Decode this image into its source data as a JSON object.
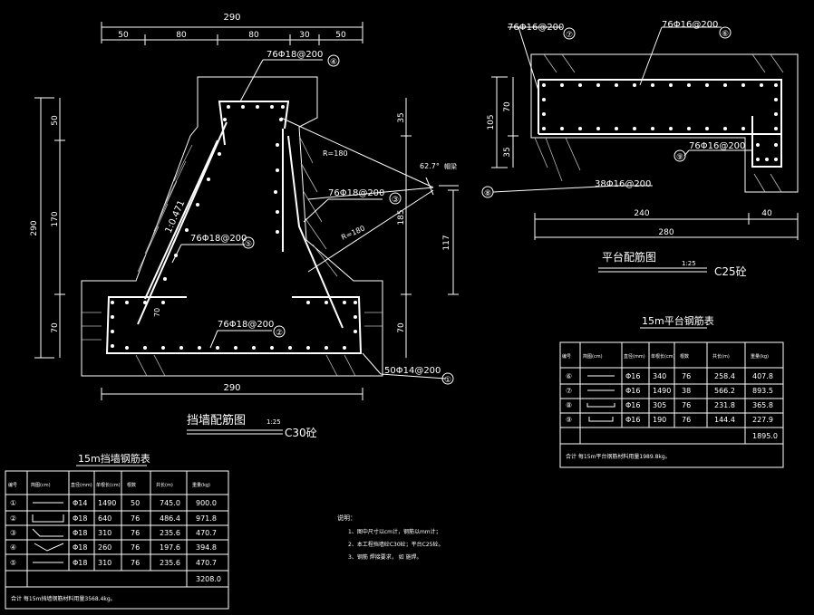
{
  "wall": {
    "top_total": "290",
    "top_segments": [
      "50",
      "80",
      "80",
      "30",
      "50"
    ],
    "left_total": "290",
    "left_segments": [
      "50",
      "170",
      "70"
    ],
    "right_dims": [
      "35",
      "185",
      "70"
    ],
    "right_117": "117",
    "bottom_total": "290",
    "slope": "1:0.471",
    "angle": "62.7°",
    "angle_note": "帽梁",
    "r180a": "R=180",
    "r180b": "R=180",
    "dim_70": "70",
    "callouts": [
      {
        "text": "76Φ18@200",
        "mark": "④"
      },
      {
        "text": "76Φ18@200",
        "mark": "③"
      },
      {
        "text": "76Φ18@200",
        "mark": "⑤"
      },
      {
        "text": "76Φ18@200",
        "mark": "②"
      },
      {
        "text": "50Φ14@200",
        "mark": "①"
      }
    ],
    "title": "挡墙配筋图",
    "scale": "1:25",
    "concrete": "C30砼"
  },
  "platform": {
    "callouts": [
      {
        "text": "76Φ16@200",
        "mark": "⑦"
      },
      {
        "text": "76Φ16@200",
        "mark": "⑥"
      },
      {
        "text": "76Φ16@200",
        "mark": "⑨"
      },
      {
        "text": "38Φ16@200",
        "mark": "⑧"
      }
    ],
    "left_total": "105",
    "left_segments": [
      "70",
      "35"
    ],
    "bottom_segments": [
      "240",
      "40"
    ],
    "bottom_total": "280",
    "title": "平台配筋图",
    "scale": "1:25",
    "concrete": "C25砼"
  },
  "table_wall": {
    "title": "15m挡墙钢筋表",
    "headers": [
      "编号",
      "简图(cm)",
      "直径(mm)",
      "单根长(cm)",
      "根数",
      "共长(m)",
      "重量(kg)"
    ],
    "rows": [
      [
        "①",
        "",
        "Φ14",
        "1490",
        "50",
        "745.0",
        "900.0"
      ],
      [
        "②",
        "",
        "Φ18",
        "640",
        "76",
        "486.4",
        "971.8"
      ],
      [
        "③",
        "",
        "Φ18",
        "310",
        "76",
        "235.6",
        "470.7"
      ],
      [
        "④",
        "",
        "Φ18",
        "260",
        "76",
        "197.6",
        "394.8"
      ],
      [
        "⑤",
        "",
        "Φ18",
        "310",
        "76",
        "235.6",
        "470.7"
      ]
    ],
    "sum": "3208.0",
    "footer": "合计   每15m挡墙钢筋材料用量3568.4kg。"
  },
  "table_platform": {
    "title": "15m平台钢筋表",
    "headers": [
      "编号",
      "简图(cm)",
      "直径(mm)",
      "单根长(cm)",
      "根数",
      "共长(m)",
      "重量(kg)"
    ],
    "rows": [
      [
        "⑥",
        "",
        "Φ16",
        "340",
        "76",
        "258.4",
        "407.8"
      ],
      [
        "⑦",
        "",
        "Φ16",
        "1490",
        "38",
        "566.2",
        "893.5"
      ],
      [
        "⑧",
        "",
        "Φ16",
        "305",
        "76",
        "231.8",
        "365.8"
      ],
      [
        "⑨",
        "",
        "Φ16",
        "190",
        "76",
        "144.4",
        "227.9"
      ]
    ],
    "sum": "1895.0",
    "footer": "合计   每15m平台钢筋材料用量1989.8kg。"
  },
  "notes": {
    "title": "说明：",
    "lines": [
      "1、图中尺寸以cm计，钢筋以mm计；",
      "2、本工程挡墙砼C30砼；平台C25砼。",
      "3、钢筋  焊接要求，  如  施焊。"
    ]
  }
}
